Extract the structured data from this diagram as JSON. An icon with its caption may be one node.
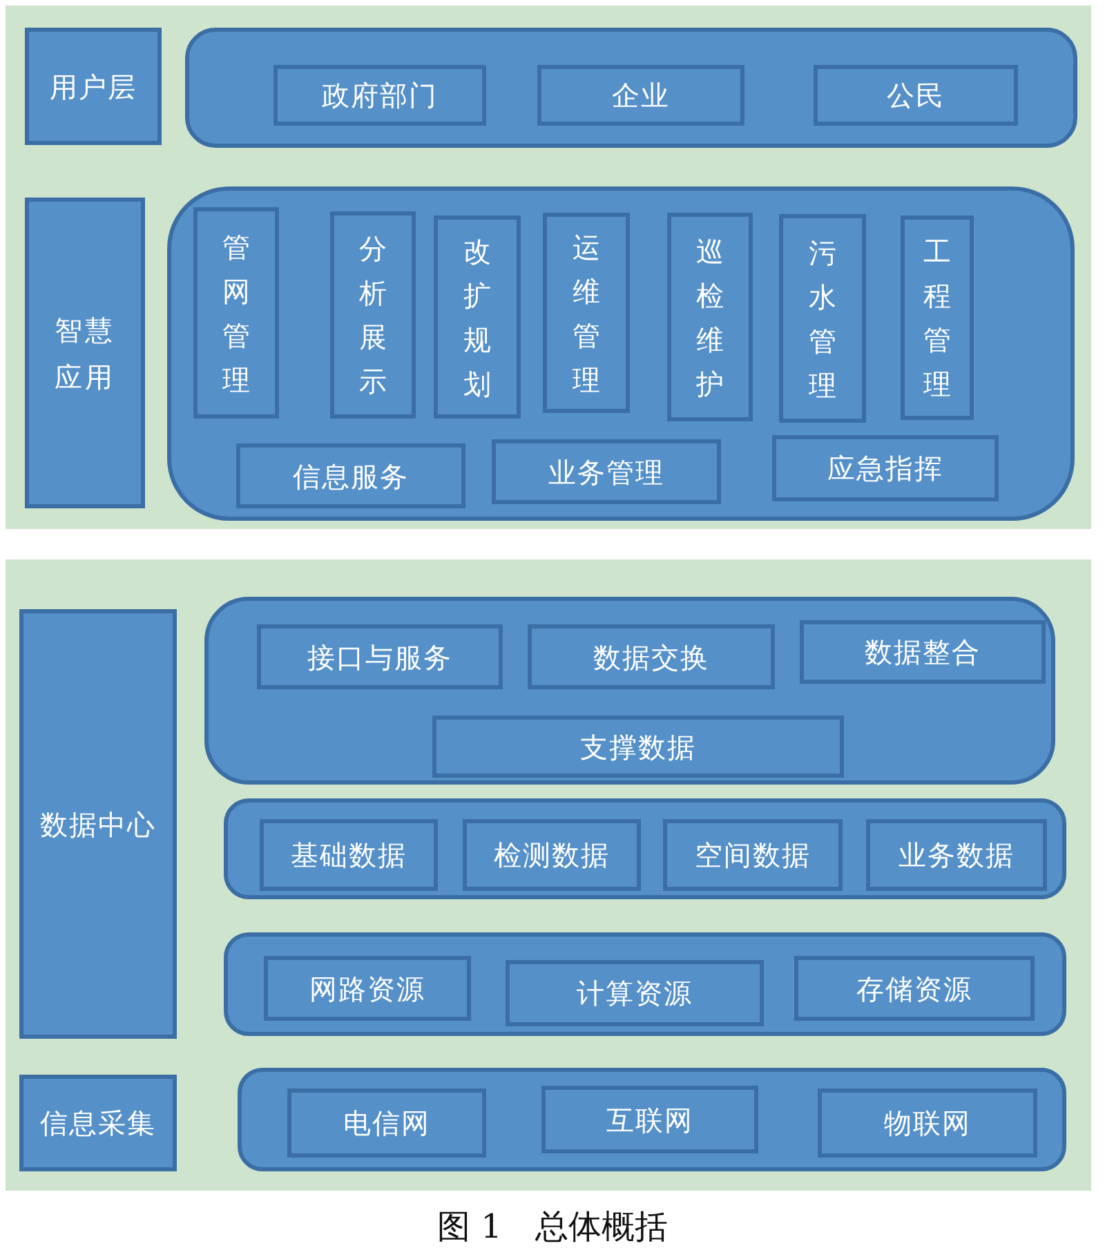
{
  "diagram": {
    "caption": "图 1　总体概括",
    "nodes": [
      {
        "text": [
          "用户层"
        ]
      },
      {
        "text": [],
        "shape": "box"
      },
      {
        "text": [
          "政府部门"
        ],
        "in": 1
      },
      {
        "text": [
          "企业"
        ],
        "in": 1
      },
      {
        "text": [
          "公民"
        ],
        "in": 1
      },
      {
        "text": [
          "智慧应用"
        ]
      },
      {
        "text": [],
        "shape": "box"
      },
      {
        "text": [
          "管网管理"
        ],
        "in": 6
      },
      {
        "text": [
          "分析展示"
        ],
        "in": 6
      },
      {
        "text": [
          "改扩规划"
        ],
        "in": 6
      },
      {
        "text": [
          "运维管理"
        ],
        "in": 6
      },
      {
        "text": [
          "巡检维护"
        ],
        "in": 6
      },
      {
        "text": [
          "污水管理"
        ],
        "in": 6
      },
      {
        "text": [
          "工程管理"
        ],
        "in": 6
      },
      {
        "text": [
          "信息服务"
        ],
        "in": 6
      },
      {
        "text": [
          "业务管理"
        ],
        "in": 6
      },
      {
        "text": [
          "应急指挥"
        ],
        "in": 6
      },
      {
        "text": [
          "数据中心"
        ]
      },
      {
        "text": [],
        "shape": "box"
      },
      {
        "text": [
          "接口与服务"
        ],
        "in": 18
      },
      {
        "text": [
          "数据交换"
        ],
        "in": 18
      },
      {
        "text": [
          "数据整合"
        ],
        "in": 18
      },
      {
        "text": [
          "支撑数据"
        ],
        "in": 18
      },
      {
        "text": [],
        "shape": "box"
      },
      {
        "text": [
          "基础数据"
        ],
        "in": 23
      },
      {
        "text": [
          "检测数据"
        ],
        "in": 23
      },
      {
        "text": [
          "空间数据"
        ],
        "in": 23
      },
      {
        "text": [
          "业务数据"
        ],
        "in": 23
      },
      {
        "text": [],
        "shape": "box"
      },
      {
        "text": [
          "网路资源"
        ],
        "in": 28
      },
      {
        "text": [
          "计算资源"
        ],
        "in": 28
      },
      {
        "text": [
          "存储资源"
        ],
        "in": 28
      },
      {
        "text": [
          "信息采集"
        ]
      },
      {
        "text": [],
        "shape": "box"
      },
      {
        "text": [
          "电信网"
        ],
        "in": 33
      },
      {
        "text": [
          "互联网"
        ],
        "in": 33
      },
      {
        "text": [
          "物联网"
        ],
        "in": 33
      }
    ],
    "edges": []
  }
}
